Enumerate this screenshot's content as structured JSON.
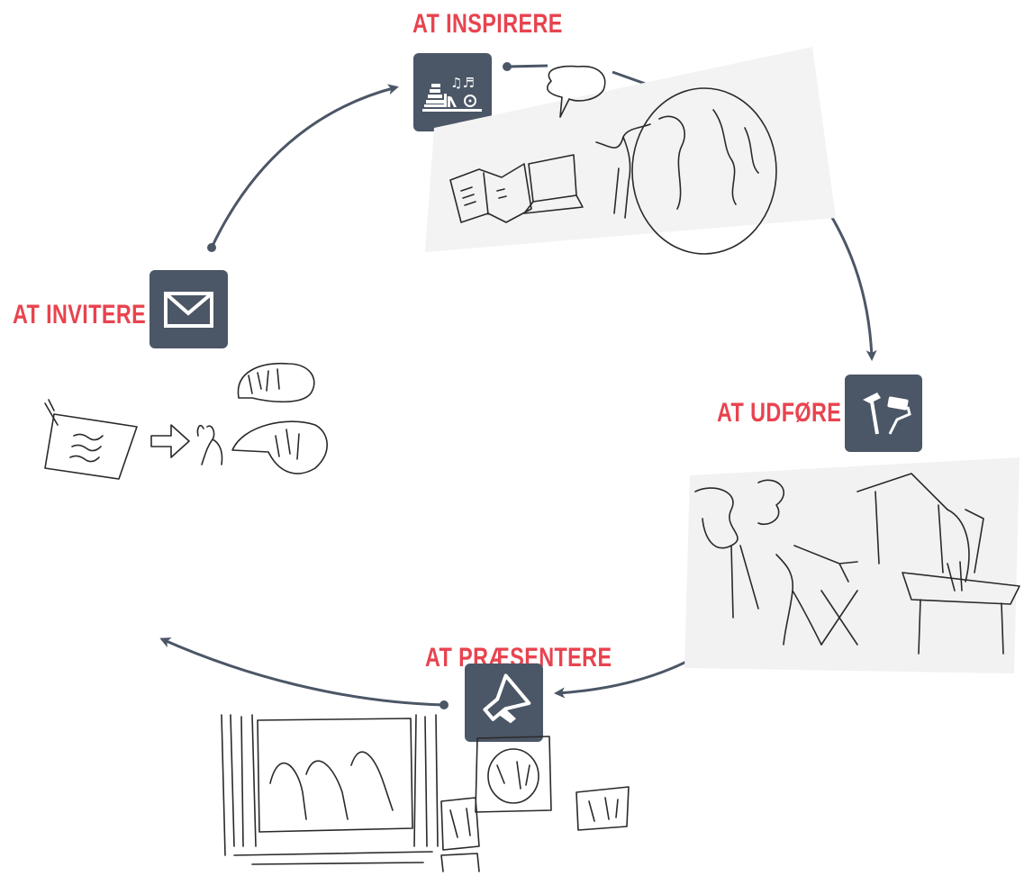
{
  "colors": {
    "label": "#e8434f",
    "icon_bg": "#4b5666",
    "arrow": "#4b5666",
    "sketch": "#2a2a2a",
    "sketch_paper": "#f4f4f4"
  },
  "steps": [
    {
      "id": "inspire",
      "label": "AT INSPIRERE",
      "icon": "books-music-film-icon"
    },
    {
      "id": "execute",
      "label": "AT UDFØRE",
      "icon": "hammer-paint-roller-icon"
    },
    {
      "id": "present",
      "label": "AT PRÆSENTERE",
      "icon": "megaphone-icon"
    },
    {
      "id": "invite",
      "label": "AT INVITERE",
      "icon": "envelope-icon"
    }
  ]
}
